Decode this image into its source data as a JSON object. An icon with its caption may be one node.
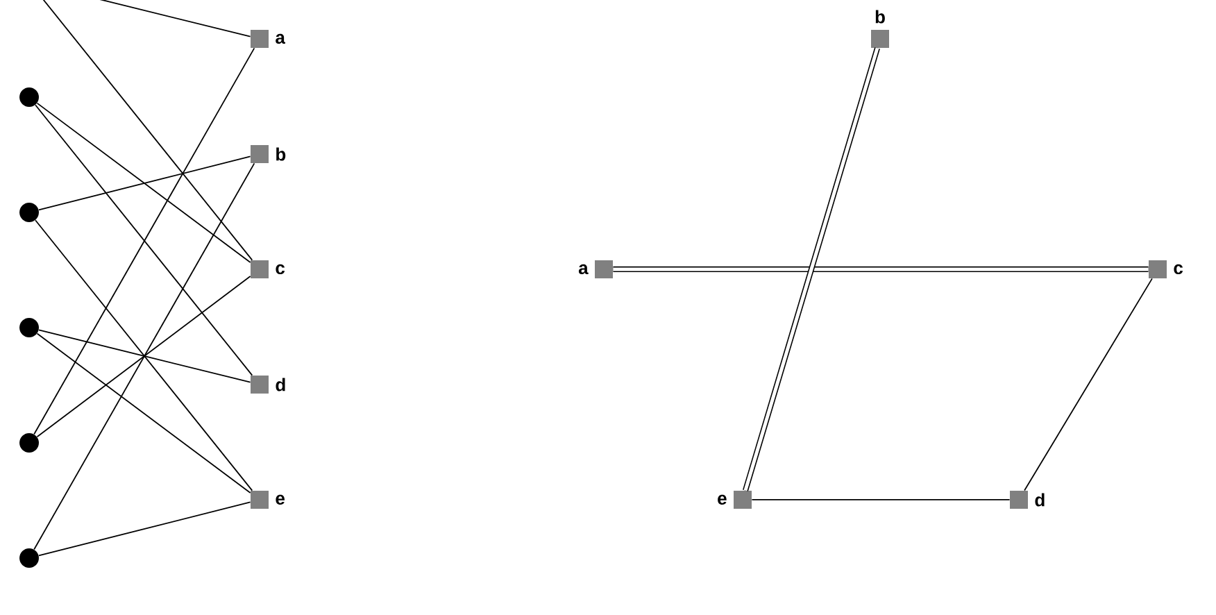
{
  "diagram": {
    "nodes": [
      {
        "text": [],
        "shape": "circle"
      },
      {
        "text": [],
        "shape": "circle"
      },
      {
        "text": [],
        "shape": "circle"
      },
      {
        "text": [],
        "shape": "circle"
      },
      {
        "text": [],
        "shape": "circle"
      },
      {
        "text": [
          "a"
        ]
      },
      {
        "text": [
          "b"
        ]
      },
      {
        "text": [
          "c"
        ]
      },
      {
        "text": [
          "d"
        ]
      },
      {
        "text": [
          "e"
        ]
      },
      {
        "text": [
          "b"
        ]
      },
      {
        "text": [
          "a"
        ]
      },
      {
        "text": [
          "c"
        ]
      },
      {
        "text": [
          "e"
        ]
      },
      {
        "text": [
          "d"
        ]
      }
    ],
    "edges": [
      {
        "from": null,
        "to": 5,
        "arrow": "none"
      },
      {
        "from": null,
        "to": 7,
        "arrow": "none"
      },
      {
        "from": 0,
        "to": 7,
        "arrow": "none"
      },
      {
        "from": 0,
        "to": 8,
        "arrow": "none"
      },
      {
        "from": 1,
        "to": 6,
        "arrow": "none"
      },
      {
        "from": 1,
        "to": 9,
        "arrow": "none"
      },
      {
        "from": 2,
        "to": 8,
        "arrow": "none"
      },
      {
        "from": 2,
        "to": 9,
        "arrow": "none"
      },
      {
        "from": 3,
        "to": 5,
        "arrow": "none"
      },
      {
        "from": 3,
        "to": 7,
        "arrow": "none"
      },
      {
        "from": 4,
        "to": 6,
        "arrow": "none"
      },
      {
        "from": 4,
        "to": 9,
        "arrow": "none"
      },
      {
        "from": 11,
        "to": 12,
        "arrow": "none",
        "style": "thick"
      },
      {
        "from": 10,
        "to": 13,
        "arrow": "none",
        "style": "thick"
      },
      {
        "from": 13,
        "to": 14,
        "arrow": "none"
      },
      {
        "from": 14,
        "to": 12,
        "arrow": "none"
      }
    ]
  }
}
